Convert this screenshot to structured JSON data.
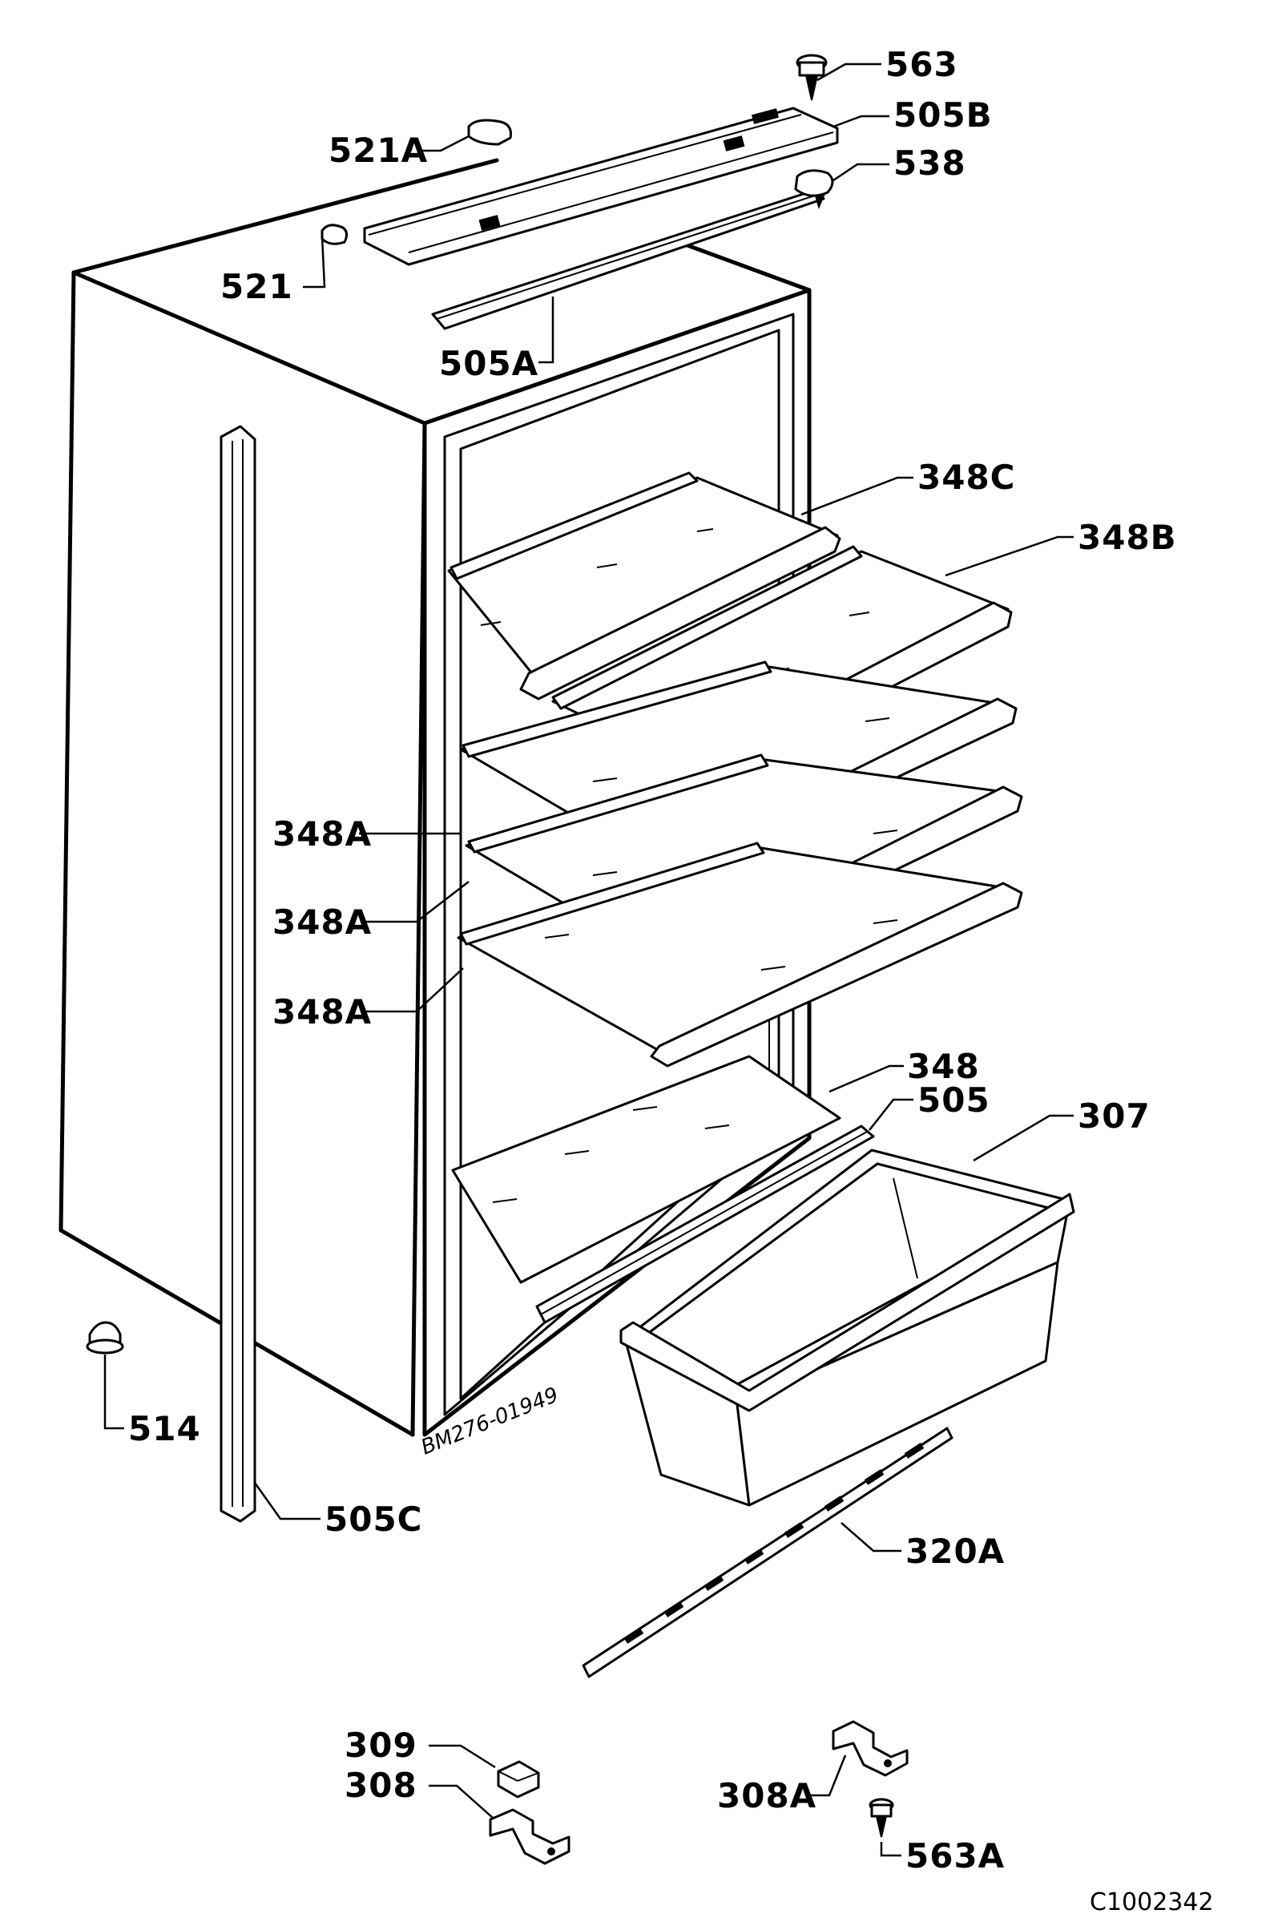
{
  "figure": {
    "drawing_number": "BM276-01949",
    "catalog_code": "C1002342"
  },
  "labels": {
    "p563": "563",
    "p505B": "505B",
    "p521A": "521A",
    "p538": "538",
    "p521": "521",
    "p505A": "505A",
    "p348C": "348C",
    "p348B": "348B",
    "p348A_1": "348A",
    "p348A_2": "348A",
    "p348A_3": "348A",
    "p348": "348",
    "p505": "505",
    "p307": "307",
    "p514": "514",
    "p505C": "505C",
    "p320A": "320A",
    "p309": "309",
    "p308": "308",
    "p308A": "308A",
    "p563A": "563A"
  }
}
